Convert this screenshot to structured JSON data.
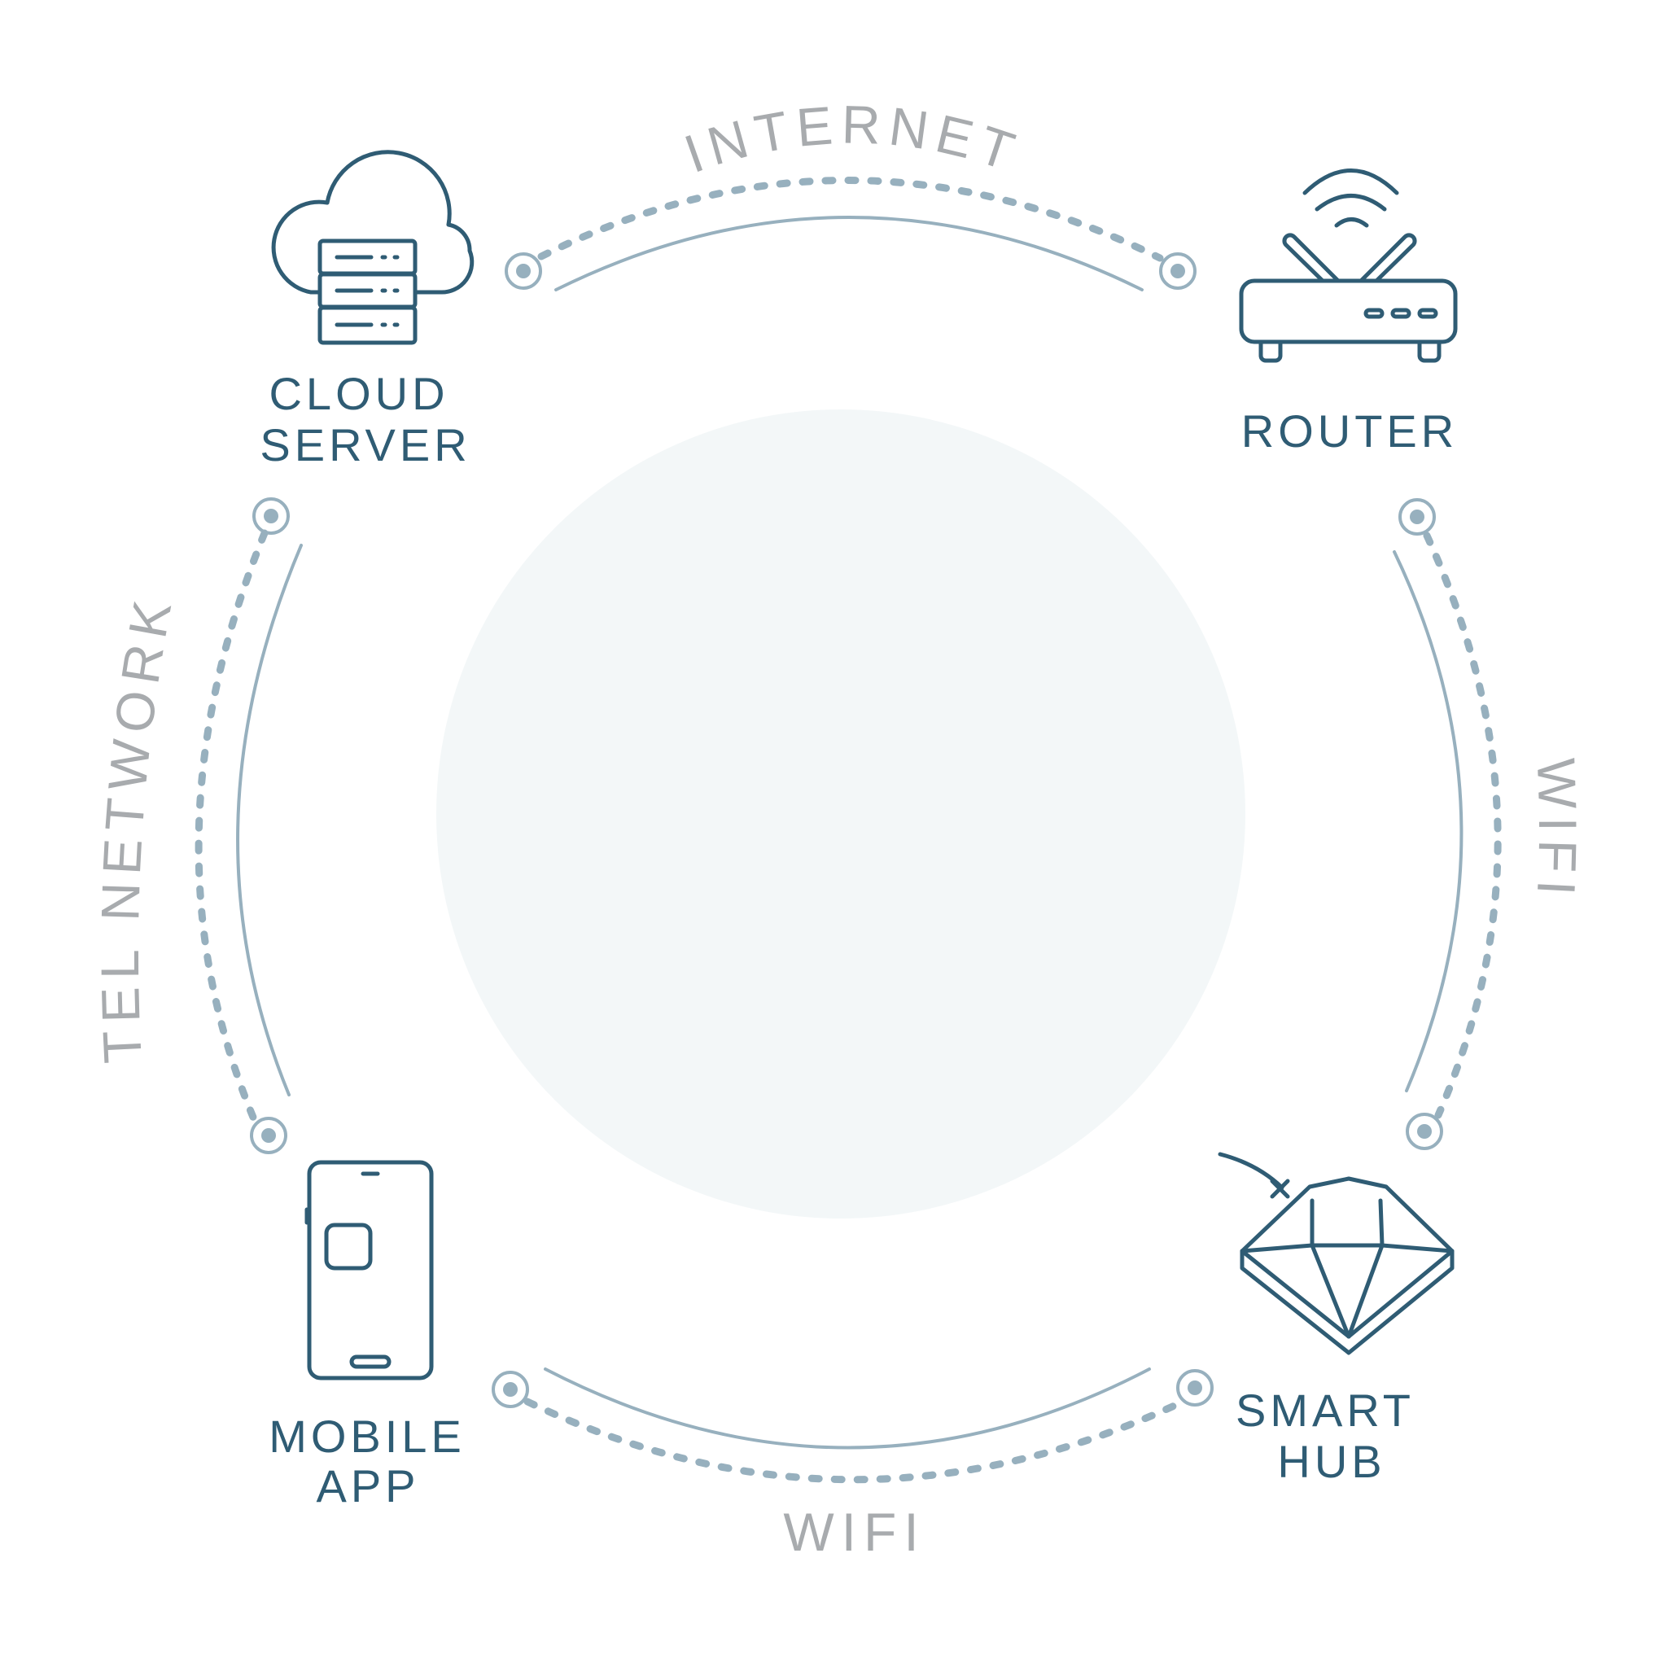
{
  "colors": {
    "icon": "#2f5c74",
    "node_label": "#2f5c74",
    "link_label": "#a8abae",
    "arc": "#97b0be",
    "center_disc": "#f3f7f8",
    "background": "#ffffff"
  },
  "nodes": {
    "cloud_server": {
      "icon": "cloud-server-icon",
      "line1": "CLOUD",
      "line2": "SERVER"
    },
    "router": {
      "icon": "router-icon",
      "label": "ROUTER"
    },
    "smart_hub": {
      "icon": "smart-hub-icon",
      "line1": "SMART",
      "line2": "HUB"
    },
    "mobile_app": {
      "icon": "mobile-phone-icon",
      "line1": "MOBILE",
      "line2": "APP"
    }
  },
  "links": {
    "top": {
      "label": "INTERNET",
      "from": "CLOUD SERVER",
      "to": "ROUTER"
    },
    "right": {
      "label": "WIFI",
      "from": "ROUTER",
      "to": "SMART HUB"
    },
    "bottom": {
      "label": "WIFI",
      "from": "SMART HUB",
      "to": "MOBILE APP"
    },
    "left": {
      "label": "TEL NETWORK",
      "from": "MOBILE APP",
      "to": "CLOUD SERVER"
    }
  }
}
